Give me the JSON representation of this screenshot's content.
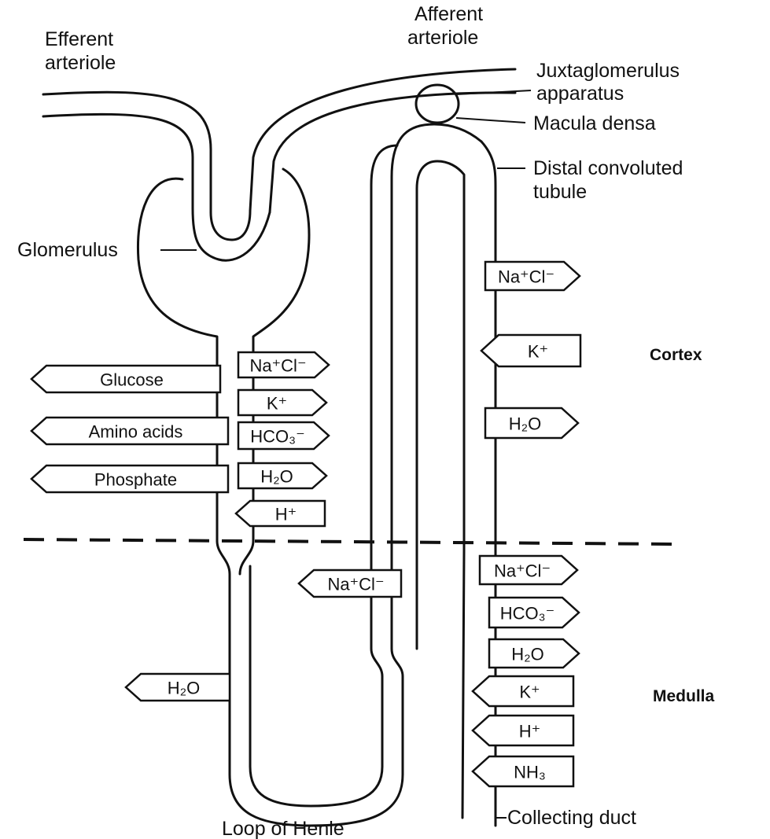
{
  "labels": {
    "efferent": [
      "Efferent",
      "arteriole"
    ],
    "afferent": [
      "Afferent",
      "arteriole"
    ],
    "juxta": [
      "Juxtaglomerulus",
      "apparatus"
    ],
    "macula": "Macula densa",
    "distal": [
      "Distal convoluted",
      "tubule"
    ],
    "glomerulus": "Glomerulus",
    "cortex": "Cortex",
    "medulla": "Medulla",
    "loop": "Loop of Henle",
    "collecting": "Collecting duct"
  },
  "proximal": {
    "reabsorbed": [
      "Glucose",
      "Amino acids",
      "Phosphate"
    ],
    "exchange": [
      {
        "text": "Na⁺Cl⁻",
        "dir": "right"
      },
      {
        "text": "K⁺",
        "dir": "right"
      },
      {
        "text": "HCO₃⁻",
        "dir": "right"
      },
      {
        "text": "H₂O",
        "dir": "right"
      },
      {
        "text": "H⁺",
        "dir": "left"
      }
    ]
  },
  "loop": {
    "descending": {
      "text": "H₂O",
      "dir": "left"
    },
    "ascending": {
      "text": "Na⁺Cl⁻",
      "dir": "left"
    }
  },
  "distal": [
    {
      "text": "Na⁺Cl⁻",
      "dir": "right"
    },
    {
      "text": "K⁺",
      "dir": "left"
    },
    {
      "text": "H₂O",
      "dir": "right"
    }
  ],
  "collecting": [
    {
      "text": "Na⁺Cl⁻",
      "dir": "right"
    },
    {
      "text": "HCO₃⁻",
      "dir": "right"
    },
    {
      "text": "H₂O",
      "dir": "right"
    },
    {
      "text": "K⁺",
      "dir": "left"
    },
    {
      "text": "H⁺",
      "dir": "left"
    },
    {
      "text": "NH₃",
      "dir": "left"
    }
  ]
}
